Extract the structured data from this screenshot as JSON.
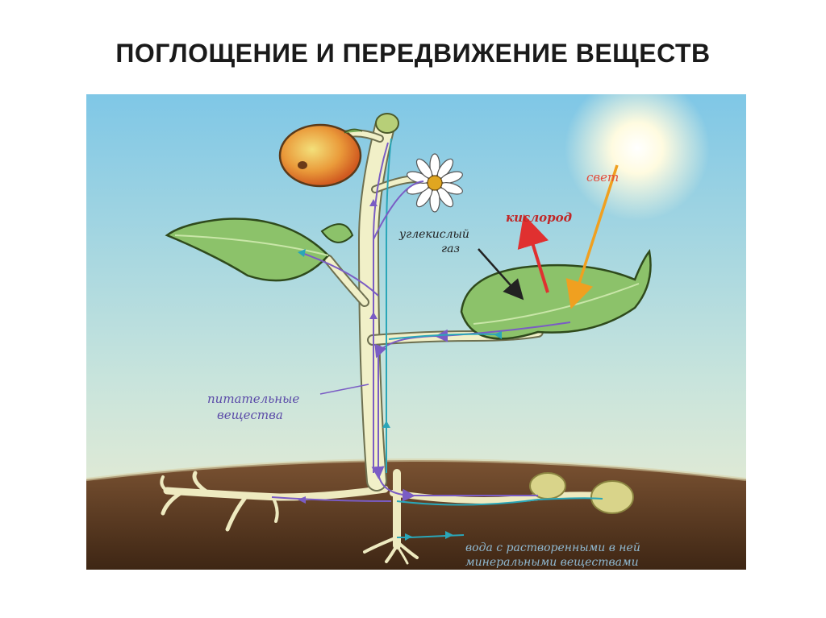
{
  "slide": {
    "title": "ПОГЛОЩЕНИЕ И ПЕРЕДВИЖЕНИЕ ВЕЩЕСТВ"
  },
  "diagram": {
    "labels": {
      "light": "свет",
      "oxygen": "кислород",
      "co2_line1": "углекислый",
      "co2_line2": "газ",
      "nutrients_line1": "питательные",
      "nutrients_line2": "вещества",
      "water_line1": "вода с растворенными в ней",
      "water_line2": "минеральными веществами"
    },
    "colors": {
      "sky_top": "#7fc7e6",
      "sky_bottom": "#f2eed0",
      "soil": "#5a3a22",
      "leaf": "#8cc26a",
      "stem": "#f1f0c8",
      "light_arrow": "#f0a020",
      "oxygen_arrow": "#e03030",
      "co2_arrow": "#222222",
      "nutrient_flow": "#7a5cc4",
      "water_flow": "#2aa6b8",
      "fruit": "#e8832c",
      "flower": "#ffffff",
      "sun": "#fffbe0"
    }
  }
}
